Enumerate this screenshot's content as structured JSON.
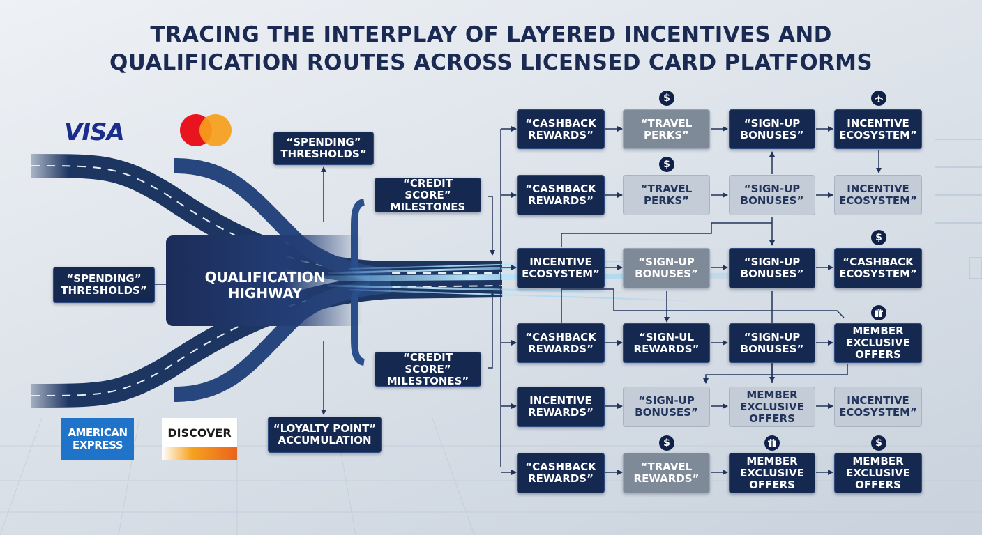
{
  "title": "TRACING THE INTERPLAY OF LAYERED INCENTIVES AND\nQUALIFICATION ROUTES ACROSS LICENSED CARD PLATFORMS",
  "hub": {
    "label": "QUALIFICATION\nHIGHWAY"
  },
  "logos": {
    "visa": "VISA",
    "amex": "AMERICAN\nEXPRESS",
    "discover": "DISCOVER"
  },
  "colors": {
    "dark_node": "#15284f",
    "muted_node": "#7f8a99",
    "light_node": "#c3ccd7",
    "title": "#1b2a52",
    "road": "#1d3561",
    "glow": "#5ab8f0"
  },
  "left_nodes": {
    "spending_top": "“SPENDING”\nTHRESHOLDS”",
    "spending_left": "“SPENDING”\nTHRESHOLDS”",
    "credit_top": "“CREDIT SCORE”\nMILESTONES",
    "credit_bottom": "“CREDIT SCORE”\nMILESTONES”",
    "loyalty": "“LOYALTY POINT”\nACCUMULATION"
  },
  "grid": [
    [
      "“CASHBACK\nREWARDS”",
      "“TRAVEL\nPERKS”",
      "“SIGN-UP\nBONUSES”",
      "INCENTIVE\nECOSYSTEM”"
    ],
    [
      "“CASHBACK\nREWARDS”",
      "“TRAVEL\nPERKS”",
      "“SIGN-UP\nBONUSES”",
      "INCENTIVE\nECOSYSTEM”"
    ],
    [
      "INCENTIVE\nECOSYSTEM”",
      "“SIGN-UP\nBONUSES”",
      "“SIGN-UP\nBONUSES”",
      "“CASHBACK\nECOSYSTEM”"
    ],
    [
      "“CASHBACK\nREWARDS”",
      "“SIGN-UL\nREWARDS”",
      "“SIGN-UP\nBONUSES”",
      "MEMBER\nEXCLUSIVE\nOFFERS"
    ],
    [
      "INCENTIVE\nREWARDS”",
      "“SIGN-UP\nBONUSES”",
      "MEMBER\nEXCLUSIVE\nOFFERS",
      "INCENTIVE\nECOSYSTEM”"
    ],
    [
      "“CASHBACK\nREWARDS”",
      "“TRAVEL\nREWARDS”",
      "MEMBER\nEXCLUSIVE\nOFFERS",
      "MEMBER\nEXCLUSIVE\nOFFERS"
    ]
  ],
  "grid_styles": [
    [
      "dark",
      "gray",
      "dark",
      "dark"
    ],
    [
      "dark",
      "light",
      "light",
      "light"
    ],
    [
      "dark",
      "gray",
      "dark",
      "dark"
    ],
    [
      "dark",
      "dark",
      "dark",
      "dark"
    ],
    [
      "dark",
      "light",
      "light",
      "light"
    ],
    [
      "dark",
      "gray",
      "dark",
      "dark"
    ]
  ],
  "icons": {
    "dollar": "$",
    "gift": "🎁"
  }
}
